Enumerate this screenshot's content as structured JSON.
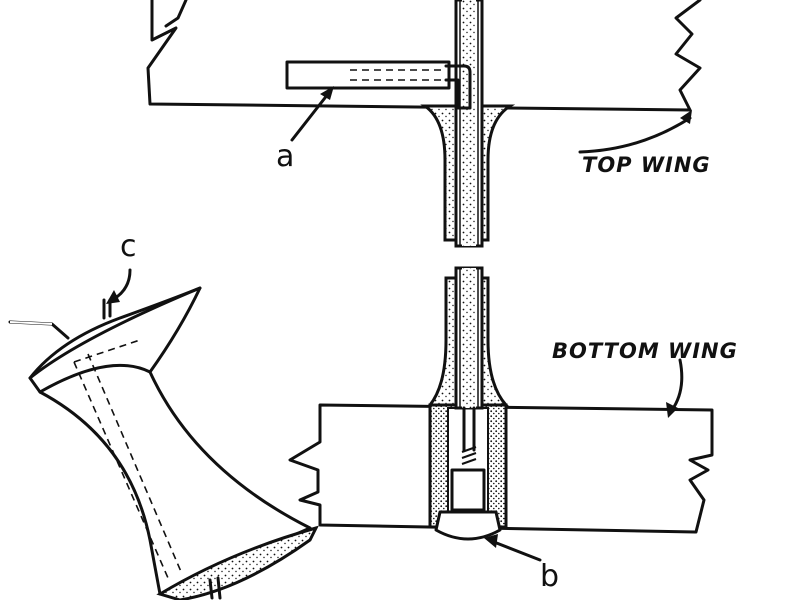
{
  "labels": {
    "top_wing": "TOP WING",
    "bottom_wing": "BOTTOM WING",
    "a": "a",
    "b": "b",
    "c": "c"
  },
  "colors": {
    "ink": "#111111",
    "paper": "#ffffff"
  }
}
